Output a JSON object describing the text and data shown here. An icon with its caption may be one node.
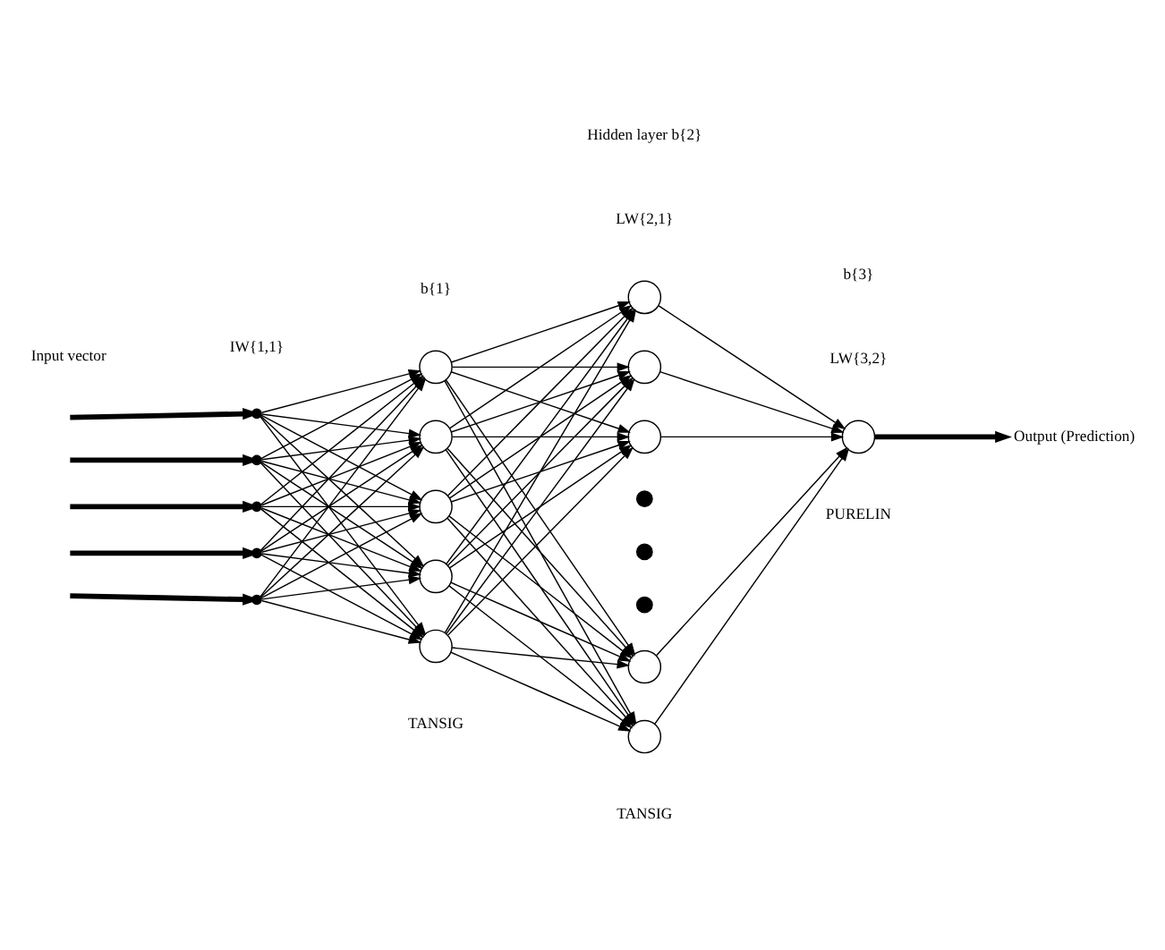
{
  "diagram": {
    "nodes": [
      {
        "text": [],
        "shape": "point"
      },
      {
        "text": [],
        "shape": "point"
      },
      {
        "text": [],
        "shape": "point"
      },
      {
        "text": [],
        "shape": "point"
      },
      {
        "text": [],
        "shape": "point"
      },
      {
        "text": [],
        "shape": "circle"
      },
      {
        "text": [],
        "shape": "circle"
      },
      {
        "text": [],
        "shape": "circle"
      },
      {
        "text": [],
        "shape": "circle"
      },
      {
        "text": [],
        "shape": "circle"
      },
      {
        "text": [],
        "shape": "circle"
      },
      {
        "text": [],
        "shape": "circle"
      },
      {
        "text": [],
        "shape": "circle"
      },
      {
        "text": [],
        "shape": "dot"
      },
      {
        "text": [],
        "shape": "dot"
      },
      {
        "text": [],
        "shape": "dot"
      },
      {
        "text": [],
        "shape": "circle"
      },
      {
        "text": [],
        "shape": "circle"
      },
      {
        "text": [],
        "shape": "circle"
      },
      {
        "text": [
          "Output (Prediction)"
        ]
      }
    ],
    "edges": [
      {
        "from": null,
        "to": 0,
        "arrow": "to",
        "style": "thick"
      },
      {
        "from": null,
        "to": 1,
        "arrow": "to",
        "style": "thick"
      },
      {
        "from": null,
        "to": 2,
        "arrow": "to",
        "style": "thick"
      },
      {
        "from": null,
        "to": 3,
        "arrow": "to",
        "style": "thick"
      },
      {
        "from": null,
        "to": 4,
        "arrow": "to",
        "style": "thick"
      },
      {
        "from": 0,
        "to": 5,
        "arrow": "to"
      },
      {
        "from": 0,
        "to": 6,
        "arrow": "to"
      },
      {
        "from": 0,
        "to": 7,
        "arrow": "to"
      },
      {
        "from": 0,
        "to": 8,
        "arrow": "to"
      },
      {
        "from": 0,
        "to": 9,
        "arrow": "to"
      },
      {
        "from": 1,
        "to": 5,
        "arrow": "to"
      },
      {
        "from": 1,
        "to": 6,
        "arrow": "to"
      },
      {
        "from": 1,
        "to": 7,
        "arrow": "to"
      },
      {
        "from": 1,
        "to": 8,
        "arrow": "to"
      },
      {
        "from": 1,
        "to": 9,
        "arrow": "to"
      },
      {
        "from": 2,
        "to": 5,
        "arrow": "to"
      },
      {
        "from": 2,
        "to": 6,
        "arrow": "to"
      },
      {
        "from": 2,
        "to": 7,
        "arrow": "to"
      },
      {
        "from": 2,
        "to": 8,
        "arrow": "to"
      },
      {
        "from": 2,
        "to": 9,
        "arrow": "to"
      },
      {
        "from": 3,
        "to": 5,
        "arrow": "to"
      },
      {
        "from": 3,
        "to": 6,
        "arrow": "to"
      },
      {
        "from": 3,
        "to": 7,
        "arrow": "to"
      },
      {
        "from": 3,
        "to": 8,
        "arrow": "to"
      },
      {
        "from": 3,
        "to": 9,
        "arrow": "to"
      },
      {
        "from": 4,
        "to": 5,
        "arrow": "to"
      },
      {
        "from": 4,
        "to": 6,
        "arrow": "to"
      },
      {
        "from": 4,
        "to": 7,
        "arrow": "to"
      },
      {
        "from": 4,
        "to": 8,
        "arrow": "to"
      },
      {
        "from": 4,
        "to": 9,
        "arrow": "to"
      },
      {
        "from": 5,
        "to": 10,
        "arrow": "to"
      },
      {
        "from": 5,
        "to": 11,
        "arrow": "to"
      },
      {
        "from": 5,
        "to": 12,
        "arrow": "to"
      },
      {
        "from": 5,
        "to": 16,
        "arrow": "to"
      },
      {
        "from": 5,
        "to": 17,
        "arrow": "to"
      },
      {
        "from": 6,
        "to": 10,
        "arrow": "to"
      },
      {
        "from": 6,
        "to": 11,
        "arrow": "to"
      },
      {
        "from": 6,
        "to": 12,
        "arrow": "to"
      },
      {
        "from": 6,
        "to": 16,
        "arrow": "to"
      },
      {
        "from": 6,
        "to": 17,
        "arrow": "to"
      },
      {
        "from": 7,
        "to": 10,
        "arrow": "to"
      },
      {
        "from": 7,
        "to": 11,
        "arrow": "to"
      },
      {
        "from": 7,
        "to": 12,
        "arrow": "to"
      },
      {
        "from": 7,
        "to": 16,
        "arrow": "to"
      },
      {
        "from": 7,
        "to": 17,
        "arrow": "to"
      },
      {
        "from": 8,
        "to": 10,
        "arrow": "to"
      },
      {
        "from": 8,
        "to": 11,
        "arrow": "to"
      },
      {
        "from": 8,
        "to": 12,
        "arrow": "to"
      },
      {
        "from": 8,
        "to": 16,
        "arrow": "to"
      },
      {
        "from": 8,
        "to": 17,
        "arrow": "to"
      },
      {
        "from": 9,
        "to": 10,
        "arrow": "to"
      },
      {
        "from": 9,
        "to": 11,
        "arrow": "to"
      },
      {
        "from": 9,
        "to": 12,
        "arrow": "to"
      },
      {
        "from": 9,
        "to": 16,
        "arrow": "to"
      },
      {
        "from": 9,
        "to": 17,
        "arrow": "to"
      },
      {
        "from": 10,
        "to": 18,
        "arrow": "to"
      },
      {
        "from": 11,
        "to": 18,
        "arrow": "to"
      },
      {
        "from": 12,
        "to": 18,
        "arrow": "to"
      },
      {
        "from": 16,
        "to": 18,
        "arrow": "to"
      },
      {
        "from": 17,
        "to": 18,
        "arrow": "to"
      },
      {
        "from": 18,
        "to": 19,
        "arrow": "to",
        "style": "thick"
      }
    ],
    "labels": [
      "b{1}",
      "Hidden layer b{2}",
      "b{3}",
      "IW{1,1}",
      "LW{2,1}",
      "LW{3,2}",
      "Input vector",
      "PURELIN",
      "TANSIG",
      "TANSIG"
    ]
  }
}
